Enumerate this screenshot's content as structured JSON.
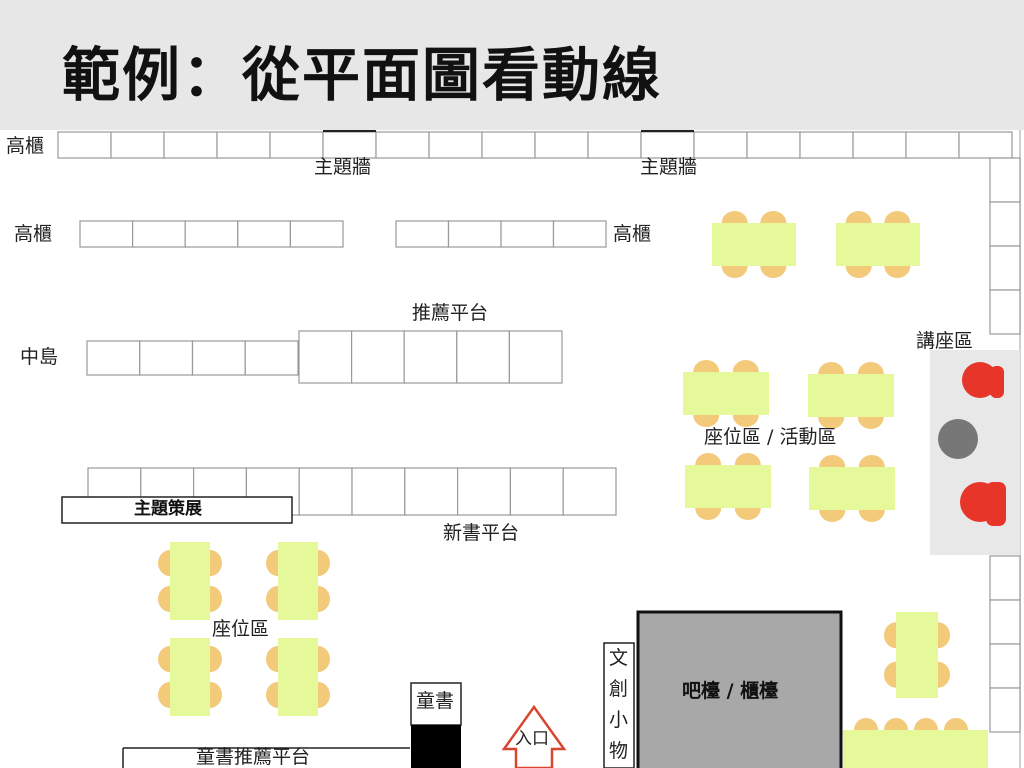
{
  "title": "範例：從平面圖看動線",
  "labels": {
    "tall_cabinet_top": "高櫃",
    "theme_wall_1": "主題牆",
    "theme_wall_2": "主題牆",
    "tall_cabinet_left": "高櫃",
    "tall_cabinet_right": "高櫃",
    "recommend_platform": "推薦平台",
    "center_island": "中島",
    "lecture_area": "講座區",
    "seating_activity_area": "座位區 / 活動區",
    "theme_exhibit": "主題策展",
    "new_books_platform": "新書平台",
    "seating_area": "座位區",
    "childrens_books": "童書",
    "childrens_recommend_platform": "童書推薦平台",
    "entrance": "入口",
    "stationery_chars": [
      "文",
      "創",
      "小",
      "物"
    ],
    "bar_counter": "吧檯 / 櫃檯"
  },
  "colors": {
    "table": "#e6f99a",
    "chair": "#f3c97a",
    "lecture_bg": "#e8e8e8",
    "lecture_seat": "#e8352a",
    "lecture_podium": "#777777",
    "counter": "#a8a8a8",
    "entrance_arrow": "#d9452f",
    "header_bg": "#e7e7e7"
  }
}
